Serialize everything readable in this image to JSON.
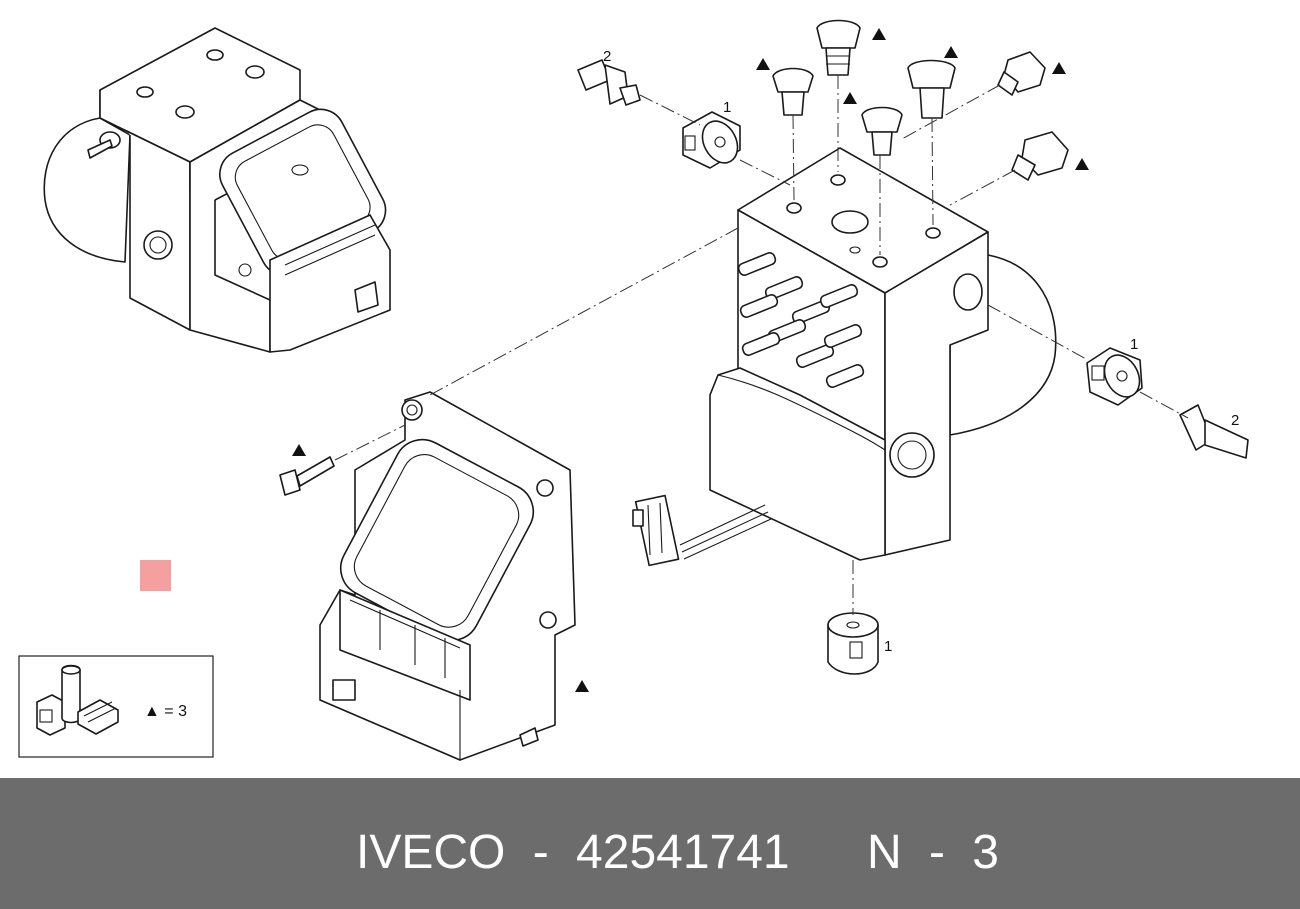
{
  "diagram": {
    "part_labels": {
      "ref_1a": "1",
      "ref_1b": "1",
      "ref_1c": "1",
      "ref_2a": "2",
      "ref_2b": "2"
    },
    "legend": {
      "equation": "▲ = 3"
    },
    "marker_color": "#f4a0a0"
  },
  "footer": {
    "brand": "IVECO",
    "separator": "-",
    "part_number": "42541741",
    "position_prefix": "N",
    "position_separator": "-",
    "position_value": "3",
    "background_color": "#6c6c6c"
  }
}
